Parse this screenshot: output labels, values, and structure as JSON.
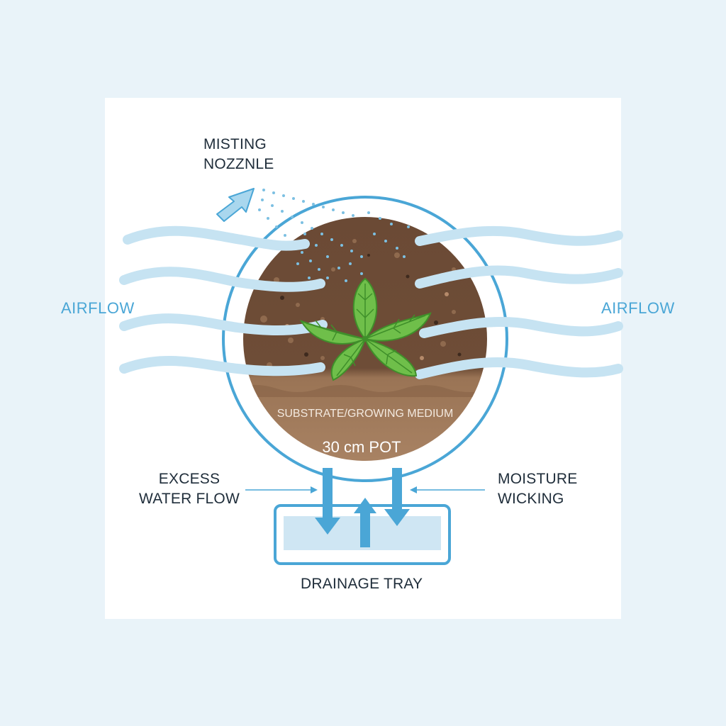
{
  "labels": {
    "misting_line1": "MISTING",
    "misting_line2": "NOZZNLE",
    "airflow_left": "AIRFLOW",
    "airflow_right": "AIRFLOW",
    "substrate": "SUBSTRATE/GROWING MEDIUM",
    "pot_size": "30 cm POT",
    "excess_line1": "EXCESS",
    "excess_line2": "WATER FLOW",
    "moisture_line1": "MOISTURE",
    "moisture_line2": "WICKING",
    "drainage": "DRAINAGE TRAY"
  },
  "colors": {
    "background": "#e9f3f9",
    "panel": "#ffffff",
    "soil_dark": "#6b4a35",
    "soil_light": "#a07a5c",
    "leaf": "#6fbf4a",
    "leaf_vein": "#3f8f2a",
    "water": "#4aa6d6",
    "airflow": "#c6e3f2",
    "tray_water": "#cfe6f3"
  },
  "icons": {
    "nozzle": "nozzle-arrow-icon",
    "plant": "plant-icon"
  }
}
